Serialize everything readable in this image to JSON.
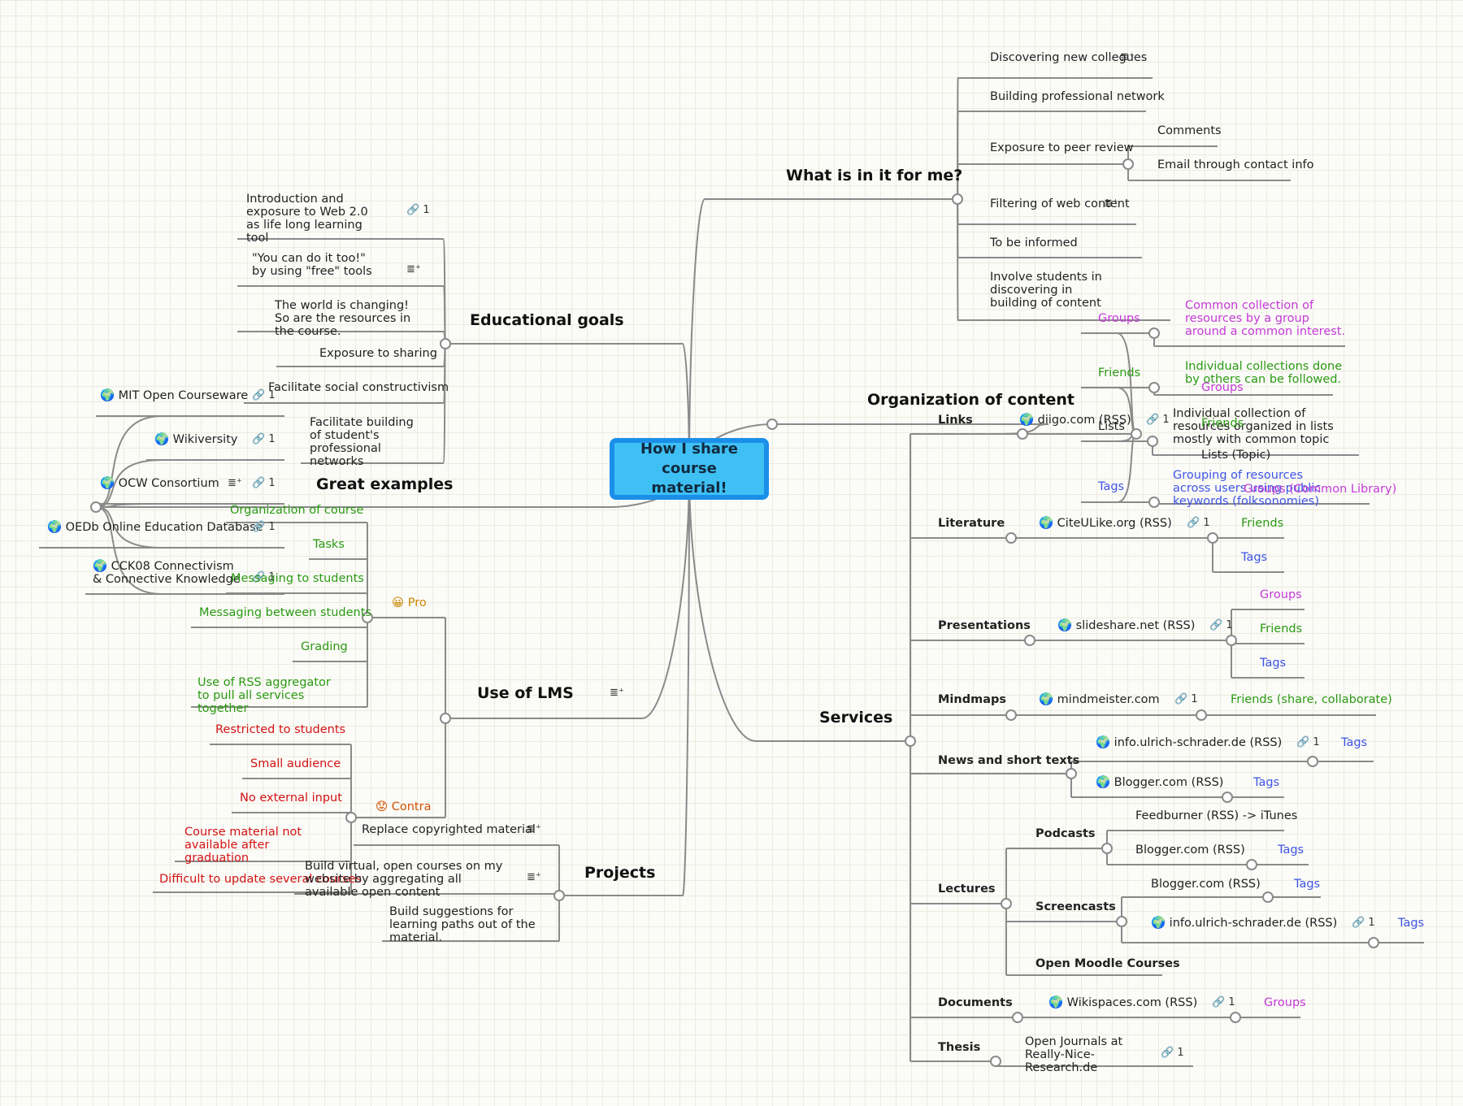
{
  "root": "How I share course material!",
  "colors": {
    "line": "#8a8a8a",
    "root_fill": "#3fc0f4",
    "root_border": "#1b8fe8",
    "groups": "#c43ad6",
    "friends": "#2a9a12",
    "tags": "#3f55e6",
    "pro": "#2a9a12",
    "contra": "#d21414",
    "pro_label": "#c98600",
    "contra_label": "#d45200"
  },
  "icons": {
    "link": "link-icon",
    "note": "note-icon",
    "globe": "globe-icon",
    "smiley": "smiley-icon",
    "frown": "frown-icon"
  },
  "nodes": [
    {
      "id": "wim",
      "text": "What is in it for me?"
    },
    {
      "id": "wim1",
      "text": "Discovering new collegues"
    },
    {
      "id": "wim2",
      "text": "Building professional network"
    },
    {
      "id": "wim3",
      "text": "Exposure to peer review"
    },
    {
      "id": "wim3a",
      "text": "Comments"
    },
    {
      "id": "wim3b",
      "text": "Email through contact info"
    },
    {
      "id": "wim4",
      "text": "Filtering of web content"
    },
    {
      "id": "wim5",
      "text": "To be informed"
    },
    {
      "id": "wim6",
      "text": "Involve students in discovering in building of content"
    },
    {
      "id": "org",
      "text": "Organization of content"
    },
    {
      "id": "org_links",
      "text": "Links"
    },
    {
      "id": "org_diigo",
      "text": "diigo.com (RSS)"
    },
    {
      "id": "org_groups",
      "text": "Groups"
    },
    {
      "id": "org_groups_d",
      "text": "Common collection of resources by a group around a common interest."
    },
    {
      "id": "org_friends",
      "text": "Friends"
    },
    {
      "id": "org_friends_d",
      "text": "Individual collections done by others can be followed."
    },
    {
      "id": "org_lists",
      "text": "Lists"
    },
    {
      "id": "org_lists_d",
      "text": "Individual collection of resources organized in lists mostly with common topic"
    },
    {
      "id": "org_tags",
      "text": "Tags"
    },
    {
      "id": "org_tags_d",
      "text": "Grouping of resources across users using public keywords (folksonomies)"
    },
    {
      "id": "org_ov1",
      "text": "Groups"
    },
    {
      "id": "org_ov2",
      "text": "Friends"
    },
    {
      "id": "org_ov3",
      "text": "Lists (Topic)"
    },
    {
      "id": "org_ov4",
      "text": "Groups (Common Library)"
    },
    {
      "id": "svc",
      "text": "Services"
    },
    {
      "id": "lit",
      "text": "Literature"
    },
    {
      "id": "lit_s",
      "text": "CiteULike.org (RSS)"
    },
    {
      "id": "lit_f",
      "text": "Friends"
    },
    {
      "id": "lit_t",
      "text": "Tags"
    },
    {
      "id": "pres",
      "text": "Presentations"
    },
    {
      "id": "pres_s",
      "text": "slideshare.net (RSS)"
    },
    {
      "id": "pres_g",
      "text": "Groups"
    },
    {
      "id": "pres_f",
      "text": "Friends"
    },
    {
      "id": "pres_t",
      "text": "Tags"
    },
    {
      "id": "mm",
      "text": "Mindmaps"
    },
    {
      "id": "mm_s",
      "text": "mindmeister.com"
    },
    {
      "id": "mm_f",
      "text": "Friends (share, collaborate)"
    },
    {
      "id": "news",
      "text": "News and short texts"
    },
    {
      "id": "news_s1",
      "text": "info.ulrich-schrader.de (RSS)"
    },
    {
      "id": "news_t1",
      "text": "Tags"
    },
    {
      "id": "news_s2",
      "text": "Blogger.com (RSS)"
    },
    {
      "id": "news_t2",
      "text": "Tags"
    },
    {
      "id": "lec",
      "text": "Lectures"
    },
    {
      "id": "pod",
      "text": "Podcasts"
    },
    {
      "id": "pod1",
      "text": "Feedburner (RSS) -> iTunes"
    },
    {
      "id": "pod2",
      "text": "Blogger.com (RSS)"
    },
    {
      "id": "pod2t",
      "text": "Tags"
    },
    {
      "id": "scr",
      "text": "Screencasts"
    },
    {
      "id": "scr1",
      "text": "Blogger.com (RSS)"
    },
    {
      "id": "scr1t",
      "text": "Tags"
    },
    {
      "id": "scr2",
      "text": "info.ulrich-schrader.de (RSS)"
    },
    {
      "id": "scr2t",
      "text": "Tags"
    },
    {
      "id": "omc",
      "text": "Open Moodle Courses"
    },
    {
      "id": "doc",
      "text": "Documents"
    },
    {
      "id": "doc_s",
      "text": "Wikispaces.com (RSS)"
    },
    {
      "id": "doc_g",
      "text": "Groups"
    },
    {
      "id": "the",
      "text": "Thesis"
    },
    {
      "id": "the_s",
      "text": "Open Journals at Really-Nice-Research.de"
    },
    {
      "id": "edu",
      "text": "Educational goals"
    },
    {
      "id": "edu1",
      "text": "Introduction and exposure to Web 2.0 as life long learning tool"
    },
    {
      "id": "edu2",
      "text": "\"You can do it too!\" by using \"free\" tools"
    },
    {
      "id": "edu3",
      "text": "The world is changing! So are the resources in the course."
    },
    {
      "id": "edu4",
      "text": "Exposure to sharing"
    },
    {
      "id": "edu5",
      "text": "Facilitate social constructivism"
    },
    {
      "id": "edu6",
      "text": "Facilitate building of student's professional networks"
    },
    {
      "id": "ge",
      "text": "Great examples"
    },
    {
      "id": "ge1",
      "text": "MIT Open Courseware"
    },
    {
      "id": "ge2",
      "text": "Wikiversity"
    },
    {
      "id": "ge3",
      "text": "OCW Consortium"
    },
    {
      "id": "ge4",
      "text": "OEDb Online Education Database"
    },
    {
      "id": "ge5",
      "text": "CCK08 Connectivism & Connective Knowledge"
    },
    {
      "id": "lms",
      "text": "Use of LMS"
    },
    {
      "id": "pro",
      "text": "Pro"
    },
    {
      "id": "pro1",
      "text": "Organization of course"
    },
    {
      "id": "pro2",
      "text": "Tasks"
    },
    {
      "id": "pro3",
      "text": "Messaging to students"
    },
    {
      "id": "pro4",
      "text": "Messaging between students"
    },
    {
      "id": "pro5",
      "text": "Grading"
    },
    {
      "id": "pro6",
      "text": "Use of RSS aggregator to pull all services together"
    },
    {
      "id": "con",
      "text": "Contra"
    },
    {
      "id": "con1",
      "text": "Restricted to students"
    },
    {
      "id": "con2",
      "text": "Small audience"
    },
    {
      "id": "con3",
      "text": "No external input"
    },
    {
      "id": "con4",
      "text": "Course material not available after graduation"
    },
    {
      "id": "con5",
      "text": "Difficult to update several courses"
    },
    {
      "id": "prj",
      "text": "Projects"
    },
    {
      "id": "prj1",
      "text": "Replace copyrighted material"
    },
    {
      "id": "prj2",
      "text": "Build virtual, open courses on my website by aggregating all available open content"
    },
    {
      "id": "prj3",
      "text": "Build suggestions for learning paths out of the material."
    }
  ],
  "link_count": "1",
  "edges": [
    [
      "root",
      "wim"
    ],
    [
      "wim",
      "wim1"
    ],
    [
      "wim",
      "wim2"
    ],
    [
      "wim",
      "wim3"
    ],
    [
      "wim3",
      "wim3a"
    ],
    [
      "wim3",
      "wim3b"
    ],
    [
      "wim",
      "wim4"
    ],
    [
      "wim",
      "wim5"
    ],
    [
      "wim",
      "wim6"
    ],
    [
      "root",
      "org"
    ],
    [
      "org",
      "org_links"
    ],
    [
      "org_links",
      "org_diigo"
    ],
    [
      "org_diigo",
      "org_groups"
    ],
    [
      "org_groups",
      "org_groups_d"
    ],
    [
      "org_diigo",
      "org_friends"
    ],
    [
      "org_friends",
      "org_friends_d"
    ],
    [
      "org_diigo",
      "org_lists"
    ],
    [
      "org_lists",
      "org_lists_d"
    ],
    [
      "org_diigo",
      "org_tags"
    ],
    [
      "org_tags",
      "org_tags_d"
    ],
    [
      "root",
      "svc"
    ],
    [
      "svc",
      "org_links"
    ],
    [
      "svc",
      "lit"
    ],
    [
      "lit",
      "lit_s"
    ],
    [
      "lit_s",
      "lit_f"
    ],
    [
      "lit_s",
      "lit_t"
    ],
    [
      "svc",
      "pres"
    ],
    [
      "pres",
      "pres_s"
    ],
    [
      "pres_s",
      "pres_g"
    ],
    [
      "pres_s",
      "pres_f"
    ],
    [
      "pres_s",
      "pres_t"
    ],
    [
      "svc",
      "mm"
    ],
    [
      "mm",
      "mm_s"
    ],
    [
      "mm_s",
      "mm_f"
    ],
    [
      "svc",
      "news"
    ],
    [
      "news",
      "news_s1"
    ],
    [
      "news_s1",
      "news_t1"
    ],
    [
      "news",
      "news_s2"
    ],
    [
      "news_s2",
      "news_t2"
    ],
    [
      "svc",
      "lec"
    ],
    [
      "lec",
      "pod"
    ],
    [
      "pod",
      "pod1"
    ],
    [
      "pod",
      "pod2"
    ],
    [
      "pod2",
      "pod2t"
    ],
    [
      "lec",
      "scr"
    ],
    [
      "scr",
      "scr1"
    ],
    [
      "scr1",
      "scr1t"
    ],
    [
      "scr",
      "scr2"
    ],
    [
      "scr2",
      "scr2t"
    ],
    [
      "lec",
      "omc"
    ],
    [
      "svc",
      "doc"
    ],
    [
      "doc",
      "doc_s"
    ],
    [
      "doc_s",
      "doc_g"
    ],
    [
      "svc",
      "the"
    ],
    [
      "the",
      "the_s"
    ],
    [
      "root",
      "edu"
    ],
    [
      "edu",
      "edu1"
    ],
    [
      "edu",
      "edu2"
    ],
    [
      "edu",
      "edu3"
    ],
    [
      "edu",
      "edu4"
    ],
    [
      "edu",
      "edu5"
    ],
    [
      "edu",
      "edu6"
    ],
    [
      "root",
      "ge"
    ],
    [
      "ge",
      "ge1"
    ],
    [
      "ge",
      "ge2"
    ],
    [
      "ge",
      "ge3"
    ],
    [
      "ge",
      "ge4"
    ],
    [
      "ge",
      "ge5"
    ],
    [
      "root",
      "lms"
    ],
    [
      "lms",
      "pro"
    ],
    [
      "pro",
      "pro1"
    ],
    [
      "pro",
      "pro2"
    ],
    [
      "pro",
      "pro3"
    ],
    [
      "pro",
      "pro4"
    ],
    [
      "pro",
      "pro5"
    ],
    [
      "pro",
      "pro6"
    ],
    [
      "lms",
      "con"
    ],
    [
      "con",
      "con1"
    ],
    [
      "con",
      "con2"
    ],
    [
      "con",
      "con3"
    ],
    [
      "con",
      "con4"
    ],
    [
      "con",
      "con5"
    ],
    [
      "root",
      "prj"
    ],
    [
      "prj",
      "prj1"
    ],
    [
      "prj",
      "prj2"
    ],
    [
      "prj",
      "prj3"
    ]
  ]
}
